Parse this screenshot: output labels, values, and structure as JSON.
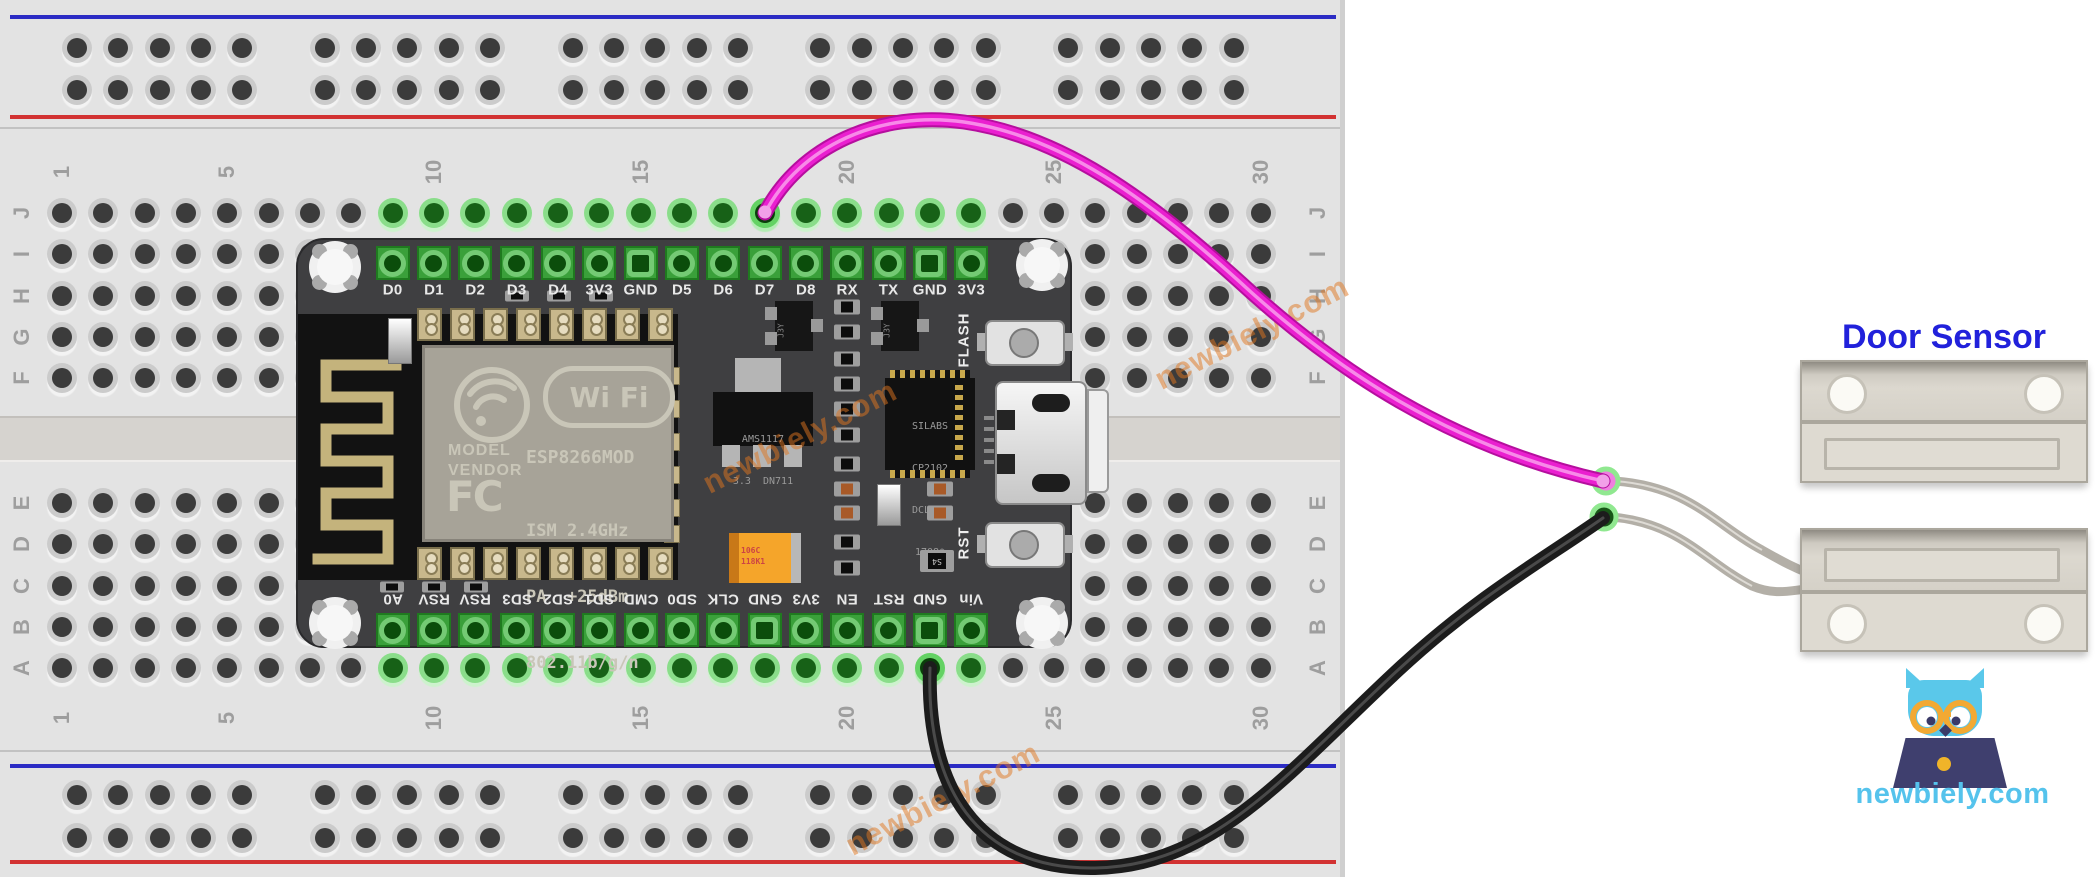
{
  "watermark": {
    "text": "newbiely.com",
    "color": "#e0761f"
  },
  "breadboard": {
    "row_letters": [
      "J",
      "I",
      "H",
      "G",
      "F",
      "E",
      "D",
      "C",
      "B",
      "A"
    ],
    "column_numbers": [
      "1",
      "5",
      "10",
      "15",
      "20",
      "25",
      "30"
    ],
    "rail_blue": "#2b2bc4",
    "rail_red": "#d23232"
  },
  "board": {
    "pins_top": [
      "D0",
      "D1",
      "D2",
      "D3",
      "D4",
      "3V3",
      "GND",
      "D5",
      "D6",
      "D7",
      "D8",
      "RX",
      "TX",
      "GND",
      "3V3"
    ],
    "pins_bottom": [
      "A0",
      "RSV",
      "RSV",
      "SD3",
      "SD2",
      "SD1",
      "CMD",
      "SD0",
      "CLK",
      "GND",
      "3V3",
      "EN",
      "RST",
      "GND",
      "Vin"
    ],
    "silkscreen": {
      "model": "MODEL",
      "vendor": "VENDOR",
      "wifi_logo": "Wi Fi",
      "module_name": "ESP8266MOD",
      "fcc": "FC",
      "specs": [
        "ISM 2.4GHz",
        "PA  +25dBm",
        "802.11b/g/n"
      ]
    },
    "regulator": [
      "AMS1117",
      "3.3  DN711"
    ],
    "usb_chip": [
      "SILABS",
      "CP2102",
      "DCL00X",
      "1708*"
    ],
    "flash_button": "FLASH",
    "reset_button": "RST",
    "transistor": "J3Y",
    "component_s4": "S4",
    "crystal": [
      "106C",
      "118K1"
    ]
  },
  "sensor": {
    "title": "Door Sensor",
    "title_color": "#2121db"
  },
  "logo": {
    "text": "newbiely.com",
    "color": "#55c3ec"
  },
  "wires": {
    "signal": {
      "color": "#e81fd0",
      "connects": "breadboard row J column 18 (above NodeMCU pin D7) to door sensor lead"
    },
    "ground": {
      "color": "#222222",
      "connects": "breadboard row A column 22 (below NodeMCU pin GND) to door sensor lead"
    },
    "sensor_lead_color": "#b3afa7"
  }
}
